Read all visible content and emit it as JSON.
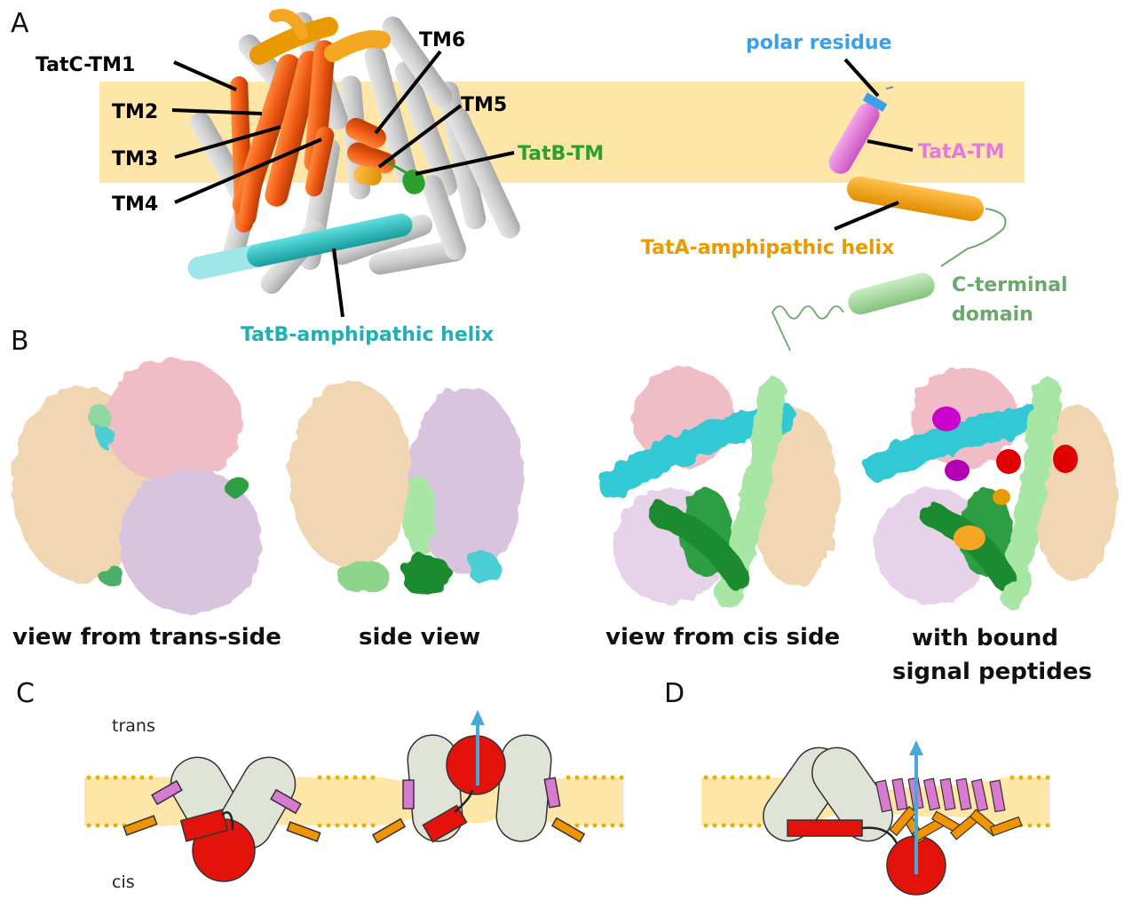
{
  "panels": {
    "a": {
      "letter": "A",
      "labels": {
        "tatc_tm1": "TatC-TM1",
        "tm2": "TM2",
        "tm3": "TM3",
        "tm4": "TM4",
        "tm5": "TM5",
        "tm6": "TM6",
        "tatb_tm": "TatB-TM",
        "tatb_amph": "TatB-amphipathic helix",
        "polar_residue": "polar residue",
        "tata_tm": "TatA-TM",
        "tata_amph": "TatA-amphipathic helix",
        "cterm_1": "C-terminal",
        "cterm_2": "domain"
      }
    },
    "b": {
      "letter": "B",
      "captions": {
        "trans": "view from trans-side",
        "side": "side view",
        "cis": "view from cis side",
        "bound_1": "with bound",
        "bound_2": "signal peptides"
      }
    },
    "c": {
      "letter": "C",
      "trans": "trans",
      "cis": "cis"
    },
    "d": {
      "letter": "D"
    }
  },
  "colors": {
    "membrane": "#fde6a8",
    "tatc": "#f05a14",
    "tata_amph": "#f5a623",
    "tatb_tm": "#2ca02c",
    "tatb_amph": "#2cc1c1",
    "tata_tm": "#e57ad9",
    "polar_residue": "#3aa0e8",
    "cterm": "#6ba86b",
    "signal_peptide": "#e3120b",
    "arrow": "#4aa8d8",
    "subunit": "#dfe3d8"
  }
}
